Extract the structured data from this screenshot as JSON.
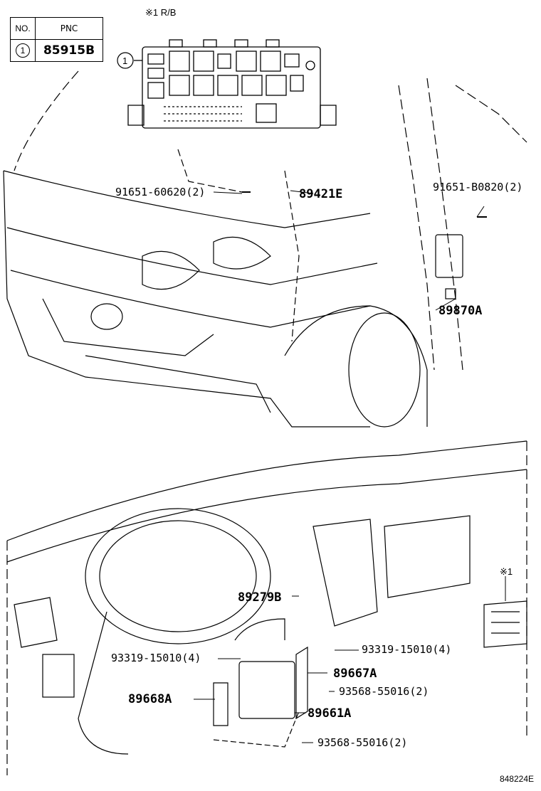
{
  "table": {
    "header_no": "NO.",
    "header_pnc": "PNC",
    "rows": [
      {
        "no": "1",
        "pnc": "85915B"
      }
    ]
  },
  "top_note": "※1 R/B",
  "callout_one": "1",
  "side_note": "※1",
  "parts": {
    "p1": "91651-60620(2)",
    "p2": "89421E",
    "p3": "91651-B0820(2)",
    "p4": "89870A",
    "p5": "89279B",
    "p6": "93319-15010(4)",
    "p7": "93319-15010(4)",
    "p8": "89667A",
    "p9": "89668A",
    "p10": "93568-55016(2)",
    "p11": "89661A",
    "p12": "93568-55016(2)"
  },
  "diagram_id": "848224E"
}
